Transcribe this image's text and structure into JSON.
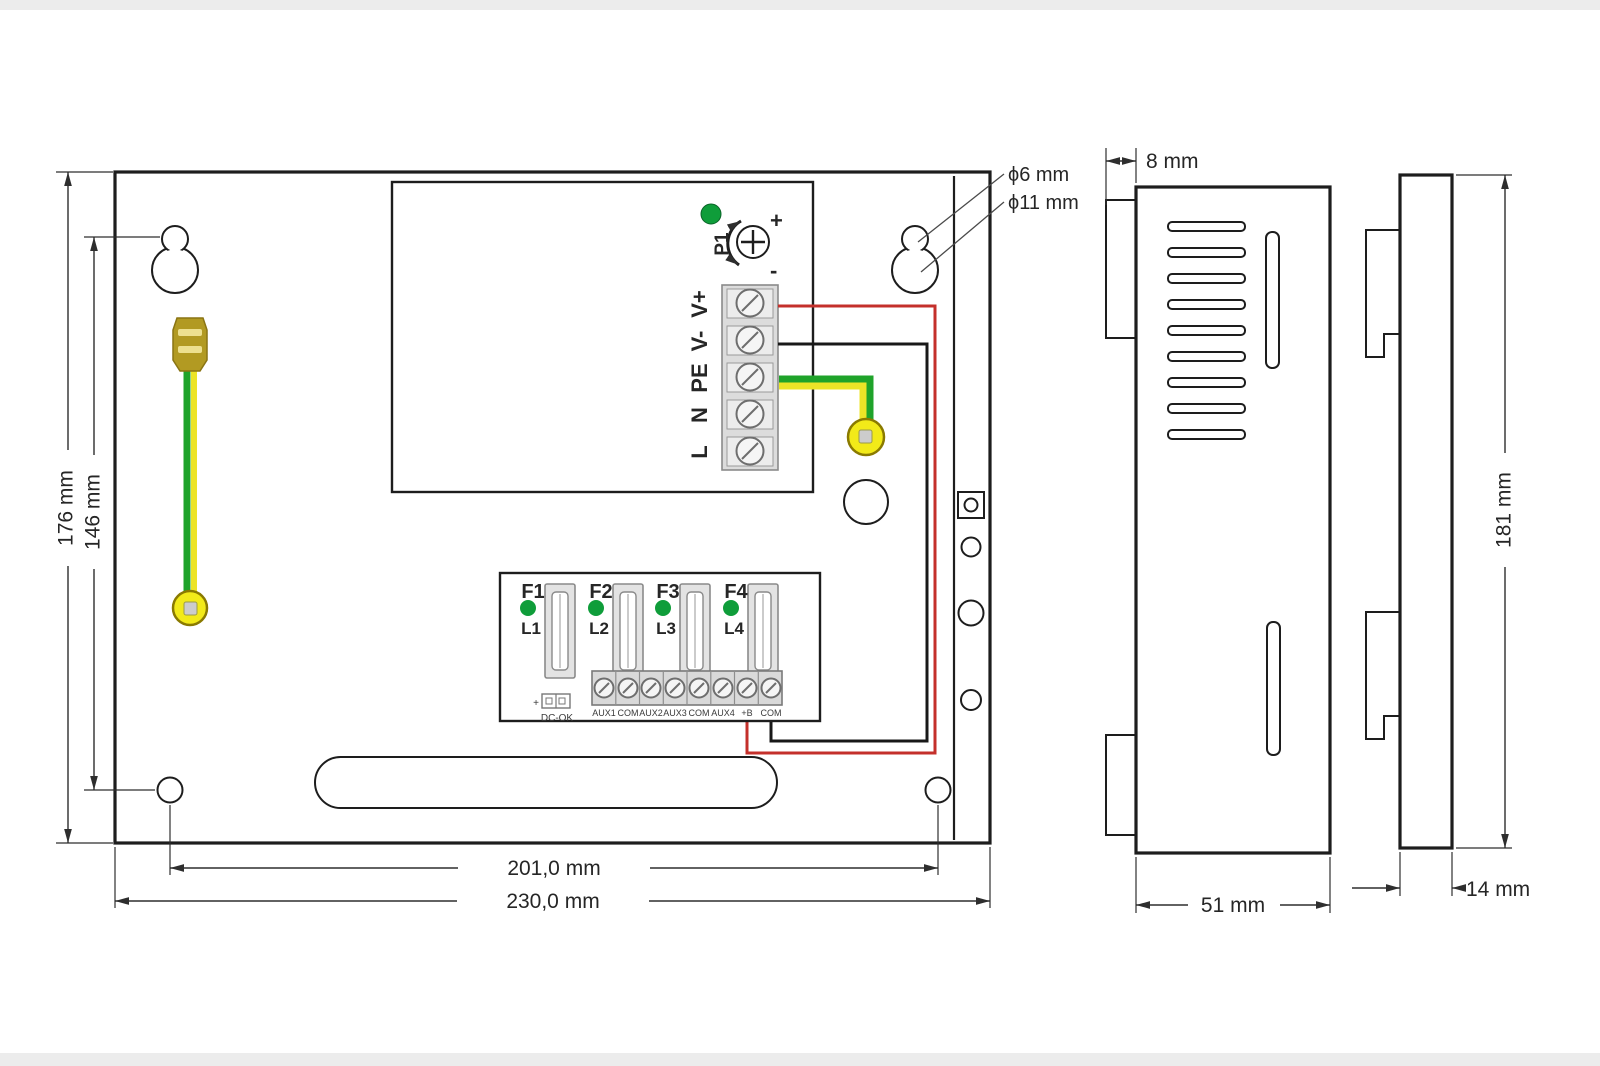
{
  "drawing": {
    "description": "Power supply metal enclosure dimensional drawing with front, side and cover views"
  },
  "dimensions": {
    "front_height": "176 mm",
    "front_mount_spacing_vertical": "146 mm",
    "front_mount_spacing_horizontal": "201,0 mm",
    "front_width": "230,0 mm",
    "keyhole_small_diameter": "ϕ6 mm",
    "keyhole_large_diameter": "ϕ11 mm",
    "side_tab_depth": "8 mm",
    "side_depth": "51 mm",
    "cover_height": "181 mm",
    "cover_depth": "14 mm"
  },
  "board": {
    "potentiometer": {
      "label": "P1",
      "plus": "+",
      "minus": "-"
    },
    "mains_terminals": [
      "V+",
      "V-",
      "PE",
      "N",
      "L"
    ],
    "fuse_groups": [
      {
        "fuse": "F1",
        "led": "L1"
      },
      {
        "fuse": "F2",
        "led": "L2"
      },
      {
        "fuse": "F3",
        "led": "L3"
      },
      {
        "fuse": "F4",
        "led": "L4"
      }
    ],
    "dc_ok": {
      "plus": "+",
      "label": "DC-OK"
    },
    "aux_terminals": [
      "AUX1",
      "COM",
      "AUX2",
      "AUX3",
      "COM",
      "AUX4",
      "+B",
      "COM"
    ]
  },
  "colors": {
    "line": "#1d1d1d",
    "dimension": "#2e2e2e",
    "led_green": "#0f9d3a",
    "wire_red": "#c4302b",
    "wire_black": "#181818",
    "wire_green": "#1fa32a",
    "wire_yellow": "#ece427",
    "lug_yellow": "#f2ea19",
    "lug_center": "#cccccc",
    "connector_brass": "#b29a22",
    "connector_stripe": "#ede08f",
    "terminal_fill": "#dcdcdc"
  }
}
